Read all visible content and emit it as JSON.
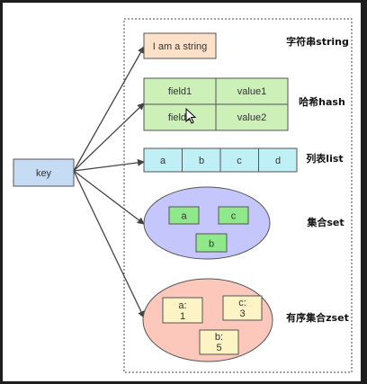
{
  "diagram": {
    "key_label": "key",
    "string": {
      "value": "I am a string",
      "label": "字符串string"
    },
    "hash": {
      "rows": [
        {
          "field": "field1",
          "value": "value1"
        },
        {
          "field": "field2",
          "value": "value2"
        }
      ],
      "label": "哈希hash"
    },
    "list": {
      "items": [
        "a",
        "b",
        "c",
        "d"
      ],
      "label": "列表list"
    },
    "set": {
      "members": [
        "a",
        "c",
        "b"
      ],
      "label": "集合set"
    },
    "zset": {
      "members": [
        {
          "member": "a:",
          "score": "1"
        },
        {
          "member": "c:",
          "score": "3"
        },
        {
          "member": "b:",
          "score": "5"
        }
      ],
      "label": "有序集合zset"
    },
    "colors": {
      "background": "#ffffff",
      "key_fill": "#c6dcf5",
      "string_fill": "#fde0c8",
      "hash_fill": "#ccf0b8",
      "list_fill": "#bff0f5",
      "set_fill": "#c4c6fc",
      "set_member_fill": "#8fe88a",
      "zset_fill": "#fcc8bc",
      "zset_member_fill": "#fdf3c4",
      "border": "#555555",
      "arrow": "#444444"
    }
  }
}
